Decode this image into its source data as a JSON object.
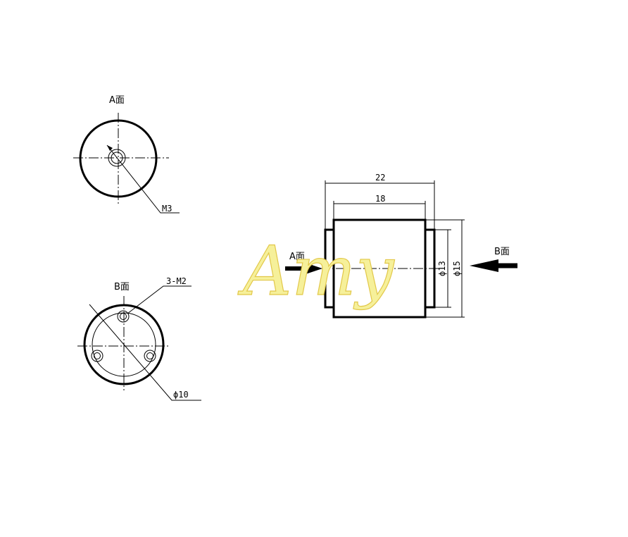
{
  "views": {
    "a_face": {
      "label": "A面",
      "thread_callout": "M3"
    },
    "b_face": {
      "label": "B面",
      "holes_callout": "3-M2",
      "pitch_callout": "ϕ10"
    },
    "side": {
      "overall_length": "22",
      "body_length": "18",
      "diameter_inner": "ϕ13",
      "diameter_outer": "ϕ15",
      "arrow_a_label": "A面",
      "arrow_b_label": "B面"
    }
  },
  "watermark": {
    "text": "Amy",
    "color": "#f6f09a"
  }
}
